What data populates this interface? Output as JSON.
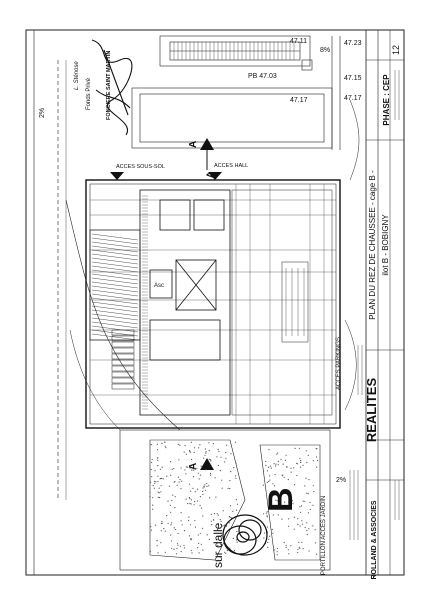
{
  "title_block": {
    "phase": "PHASE : CEP",
    "sheet_number": "12",
    "title": "PLAN DU REZ DE CHAUSSEE - cage B -",
    "lot": "ilot B - BOBIGNY",
    "developer": "REALITES",
    "architect": "ROLLAND & ASSOCIES"
  },
  "levels": {
    "l1": "47.23",
    "l2": "47.11",
    "l3": "PB 47.03",
    "l4": "47.17",
    "l5": "47.15",
    "l6": "47.17"
  },
  "slopes": {
    "s1": "8%",
    "s2": "2%",
    "s3": "2%"
  },
  "plan_labels": {
    "access_hall": "ACCES HALL",
    "access_basement": "ACCES SOUS-SOL",
    "access_parking": "ACCES PARKINGS",
    "gate_access": "PORTILLON ACCES JARDIN",
    "slab": "sur dalle",
    "building_letter": "B",
    "section_a1": "A",
    "section_a2": "A",
    "section_a3": "A",
    "ascenseur": "Asc"
  },
  "signature": {
    "name": "Fonds Privé",
    "stamp": "FONCIERE SAINT MARTIN"
  }
}
